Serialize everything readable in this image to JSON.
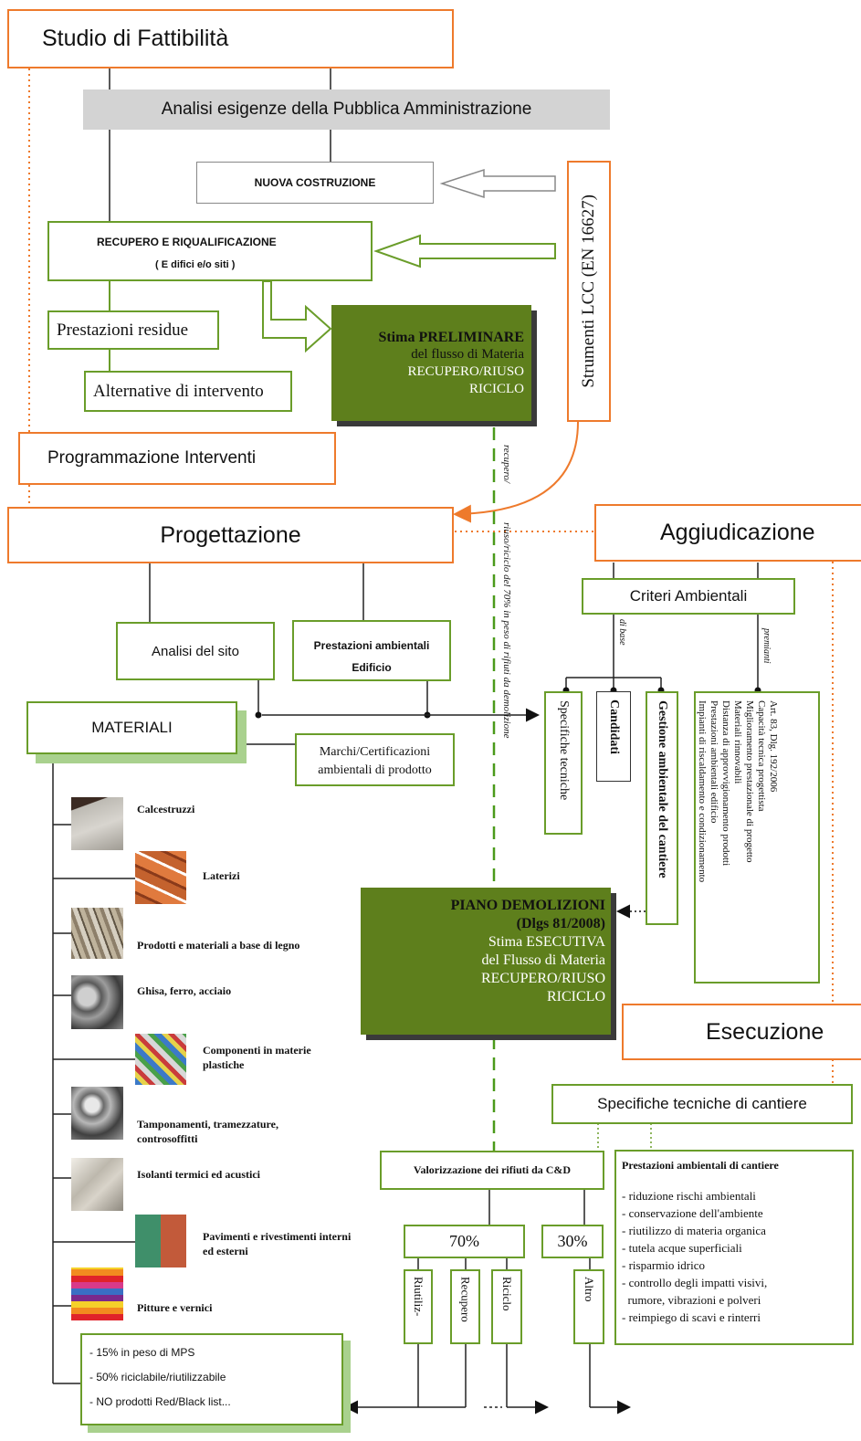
{
  "phases": {
    "studio": "Studio di Fattibilità",
    "analisi": "Analisi esigenze della Pubblica Amministrazione",
    "nuova": "NUOVA COSTRUZIONE",
    "recupero_title": "RECUPERO E RIQUALIFICAZIONE",
    "recupero_sub": "( E difici e/o siti )",
    "prestazioni_residue": "Prestazioni residue",
    "alternative": "Alternative di intervento",
    "programmazione": "Programmazione Interventi",
    "strumenti": "Strumenti LCC (EN 16627)",
    "progettazione": "Progettazione",
    "aggiudicazione": "Aggiudicazione",
    "esecuzione": "Esecuzione"
  },
  "stima_preliminare": {
    "line1": "Stima PRELIMINARE",
    "line2": "del flusso di Materia",
    "line3": "RECUPERO/RIUSO",
    "line4": "RICICLO"
  },
  "dashed_label": {
    "part1": "recupero/",
    "part2": "riuso/riciclo del 70% in peso di rifiuti da demolizione"
  },
  "progettazione_items": {
    "analisi_sito": "Analisi del sito",
    "prest_amb_1": "Prestazioni ambientali",
    "prest_amb_2": "Edificio",
    "materiali": "MATERIALI",
    "marchi_1": "Marchi/Certificazioni",
    "marchi_2": "ambientali di prodotto"
  },
  "criteri": {
    "title": "Criteri Ambientali",
    "di_base": "di base",
    "premianti": "premianti",
    "specifiche": "Specifiche tecniche",
    "candidati": "Candidati",
    "gestione": "Gestione ambientale del cantiere",
    "premianti_list": [
      "Art. 83, Dlg. 192/2006",
      "Capacità tecnica progettista",
      "Miglioramento prestazionale di progetto",
      "Materiali rinnovabili",
      "Distanza di approvvigionamento prodotti",
      "Prestazioni ambientali edificio",
      "Impianti di riscaldamento e condizionamento"
    ]
  },
  "piano": {
    "line1": "PIANO DEMOLIZIONI",
    "line2": "(Dlgs 81/2008)",
    "line3": "Stima ESECUTIVA",
    "line4": "del Flusso di Materia",
    "line5": "RECUPERO/RIUSO",
    "line6": "RICICLO"
  },
  "materials": [
    "Calcestruzzi",
    "Laterizi",
    "Prodotti e materiali a base di legno",
    "Ghisa, ferro, acciaio",
    "Componenti in materie plastiche",
    "Tamponamenti, tramezzature, controsoffitti",
    "Isolanti termici ed acustici",
    "Pavimenti e rivestimenti interni ed esterni",
    "Pitture e vernici"
  ],
  "requirements": [
    "- 15% in peso di MPS",
    "- 50% riciclabile/riutilizzabile",
    "- NO prodotti Red/Black list..."
  ],
  "cantiere": {
    "specifiche": "Specifiche tecniche di cantiere",
    "valorizzazione": "Valorizzazione dei rifiuti da C&D",
    "pct70": "70%",
    "pct30": "30%",
    "riutilizzo": "Riutiliz-",
    "recupero": "Recupero",
    "riciclo": "Riciclo",
    "altro": "Altro",
    "prest_title": "Prestazioni ambientali di cantiere",
    "prest_list": [
      "- riduzione rischi ambientali",
      "- conservazione dell'ambiente",
      "- riutilizzo di materia organica",
      "- tutela acque superficiali",
      "- risparmio idrico",
      "- controllo degli impatti visivi,",
      "  rumore, vibrazioni e polveri",
      "- reimpiego di scavi e rinterri"
    ]
  },
  "colors": {
    "orange": "#ee7a2c",
    "green": "#6a9d2a",
    "dark_green": "#5e7f1c",
    "gray_band": "#d3d3d3"
  }
}
